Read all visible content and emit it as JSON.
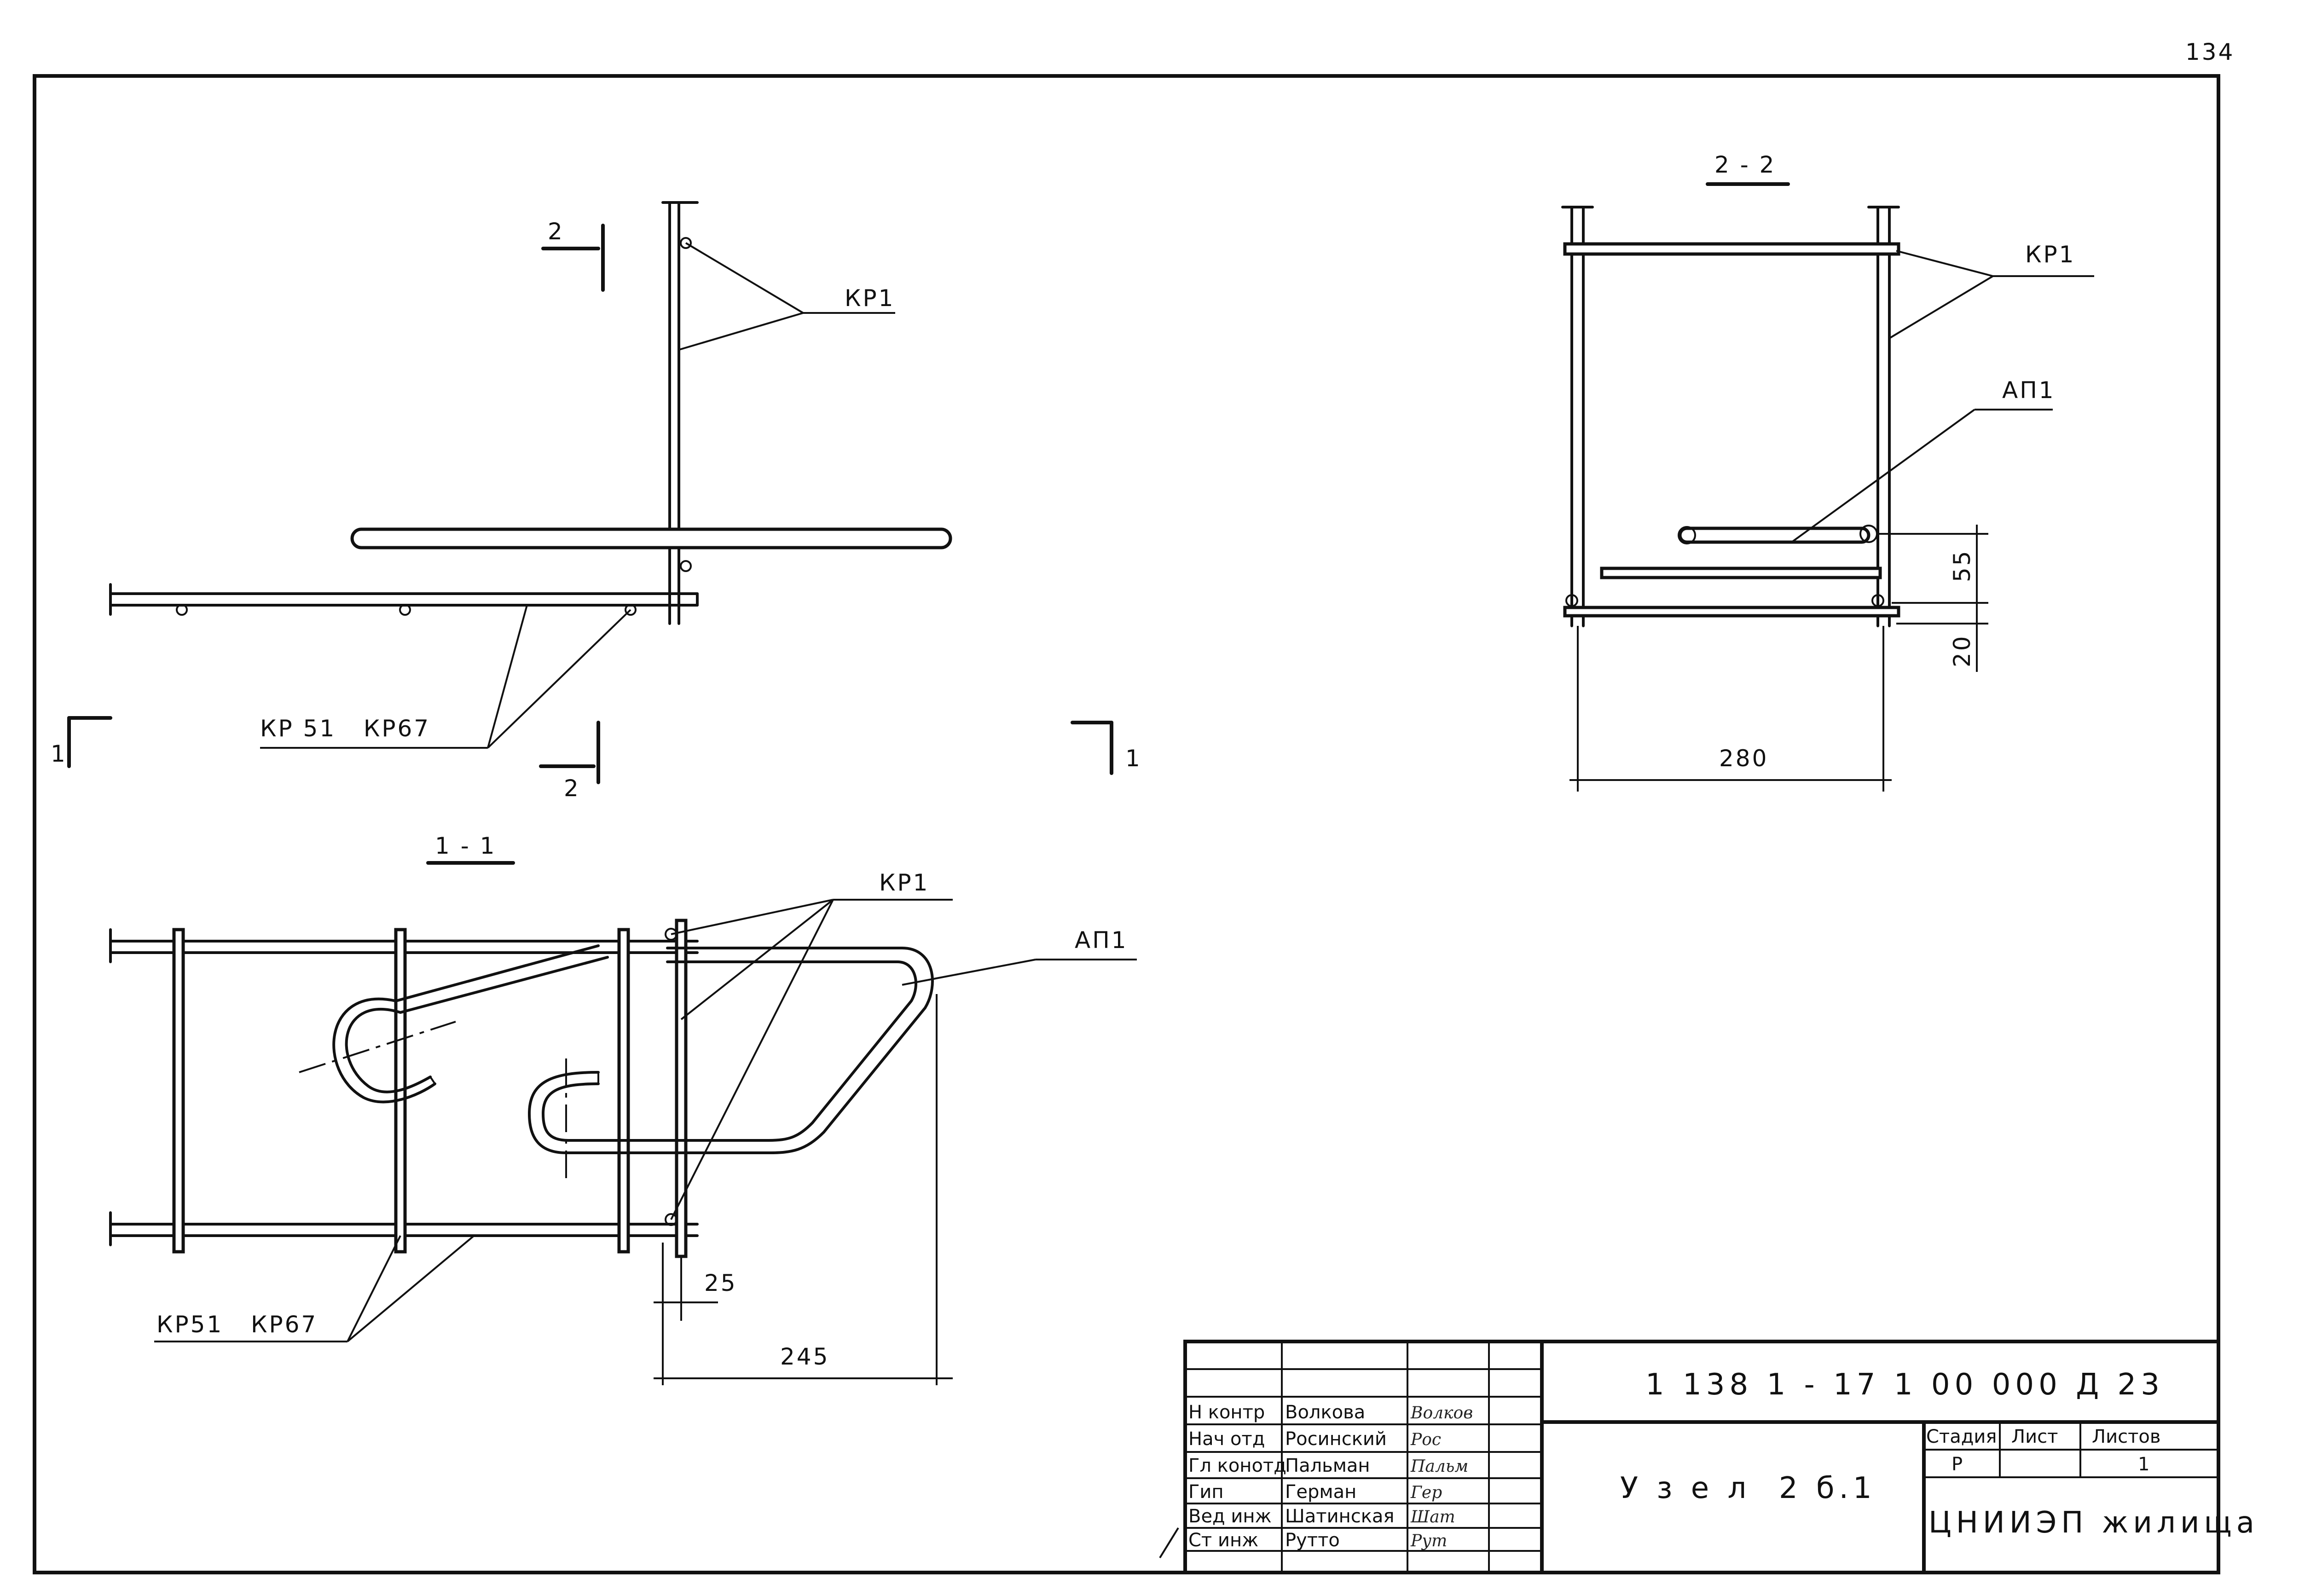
{
  "sheet_number": "134",
  "view_2_2": {
    "title": "2 - 2",
    "label_kr1": "КР1",
    "label_ap1": "АП1",
    "dim_55": "55",
    "dim_20": "20",
    "dim_280": "280"
  },
  "plan": {
    "cut2_top": "2",
    "cut2_bottom": "2",
    "cut1_left": "1",
    "cut1_right": "1",
    "label_kr1": "КР1",
    "label_kr51_kr67": "КР 51   КР67"
  },
  "view_1_1": {
    "title": "1 - 1",
    "label_kr1": "КР1",
    "label_ap1": "АП1",
    "label_kr51_kr67": "КР51   КР67",
    "dim_25": "25",
    "dim_245": "245"
  },
  "title_block": {
    "doc_code": "1 138 1 - 17 1 00 000 Д 23",
    "title": "У з е л  2 б.1",
    "stage_header": "Стадия",
    "sheet_header": "Лист",
    "sheets_header": "Листов",
    "stage_value": "Р",
    "sheet_value": "",
    "sheets_value": "1",
    "organization": "ЦНИИЭП жилища",
    "signatures": [
      {
        "role": "Н контр",
        "name": "Волкова",
        "sign": "Волков"
      },
      {
        "role": "Нач отд",
        "name": "Росинский",
        "sign": "Рос"
      },
      {
        "role": "Гл конотд",
        "name": "Пальман",
        "sign": "Пальм"
      },
      {
        "role": "Гип",
        "name": "Герман",
        "sign": "Гер"
      },
      {
        "role": "Вед инж",
        "name": "Шатинская",
        "sign": "Шат"
      },
      {
        "role": "Ст инж",
        "name": "Рутто",
        "sign": "Рут"
      }
    ]
  }
}
